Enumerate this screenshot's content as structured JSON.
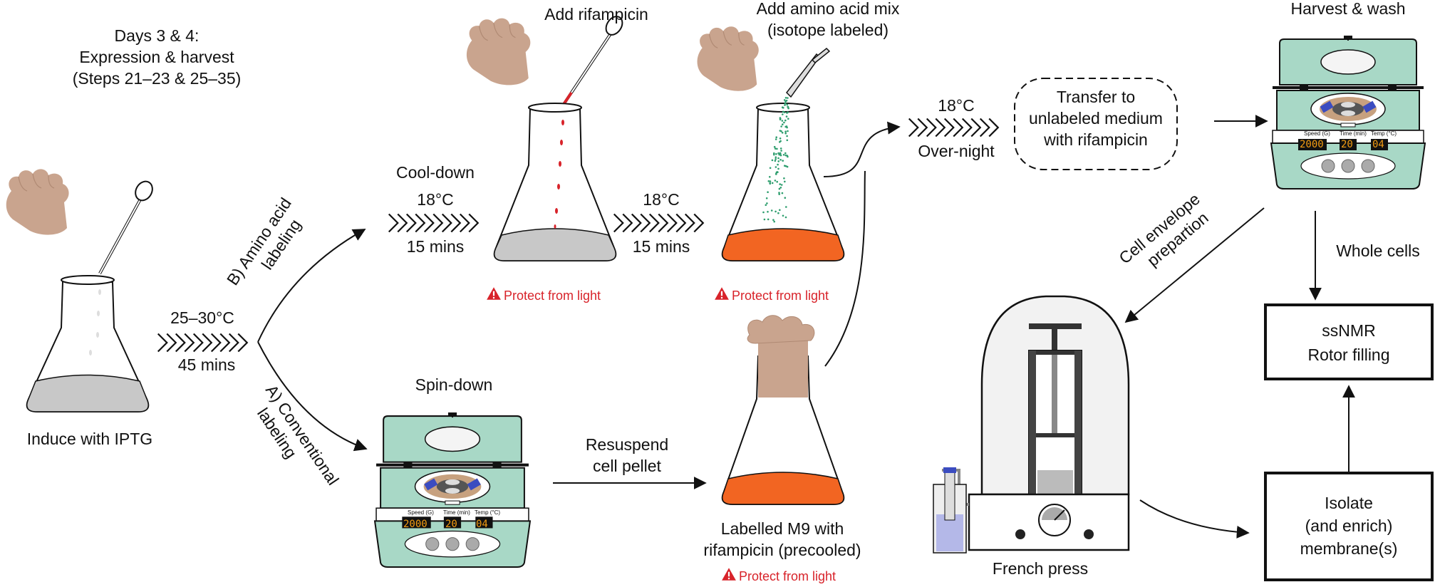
{
  "header": {
    "line1": "Days 3 & 4:",
    "line2": "Expression & harvest",
    "line3": "(Steps 21–23 & 25–35)"
  },
  "induce": {
    "label": "Induce with IPTG"
  },
  "branch": {
    "temp": "25–30°C",
    "time": "45 mins",
    "b_line1": "B) Amino acid",
    "b_line2": "labeling",
    "a_line1": "A) Conventional",
    "a_line2": "labeling"
  },
  "cooldown": {
    "title": "Cool-down",
    "temp": "18°C",
    "time": "15 mins"
  },
  "rifampicin": {
    "label": "Add rifampicin",
    "warning": "Protect from light"
  },
  "step2": {
    "temp": "18°C",
    "time": "15 mins"
  },
  "aminoacid": {
    "line1": "Add amino acid mix",
    "line2": "(isotope labeled)",
    "warning": "Protect from light"
  },
  "overnight": {
    "temp": "18°C",
    "time": "Over-night"
  },
  "transfer": {
    "line1": "Transfer to",
    "line2": "unlabeled medium",
    "line3": "with rifampicin"
  },
  "harvest": {
    "title": "Harvest & wash",
    "speed_label": "Speed (G)",
    "time_label": "Time (min)",
    "temp_label": "Temp (°C)",
    "speed": "2000",
    "time": "20",
    "temp": "04"
  },
  "spindown": {
    "title": "Spin-down",
    "speed_label": "Speed (G)",
    "time_label": "Time (min)",
    "temp_label": "Temp (°C)",
    "speed": "2000",
    "time": "20",
    "temp": "04"
  },
  "resuspend": {
    "line1": "Resuspend",
    "line2": "cell pellet"
  },
  "m9": {
    "line1": "Labelled M9 with",
    "line2": "rifampicin (precooled)",
    "warning": "Protect from light"
  },
  "envelope": {
    "line1": "Cell envelope",
    "line2": "prepartion"
  },
  "whole": {
    "label": "Whole cells"
  },
  "ssnmr": {
    "line1": "ssNMR",
    "line2": "Rotor filling"
  },
  "isolate": {
    "line1": "Isolate",
    "line2": "(and enrich)",
    "line3": "membrane(s)"
  },
  "frenchpress": {
    "label": "French press"
  },
  "colors": {
    "centrifuge": "#a8d8c6",
    "medium_orange": "#f26522",
    "medium_grey": "#c8c8c8",
    "hand": "#c9a48e",
    "warning_red": "#d8232a",
    "dots_green": "#2e9e6e"
  }
}
